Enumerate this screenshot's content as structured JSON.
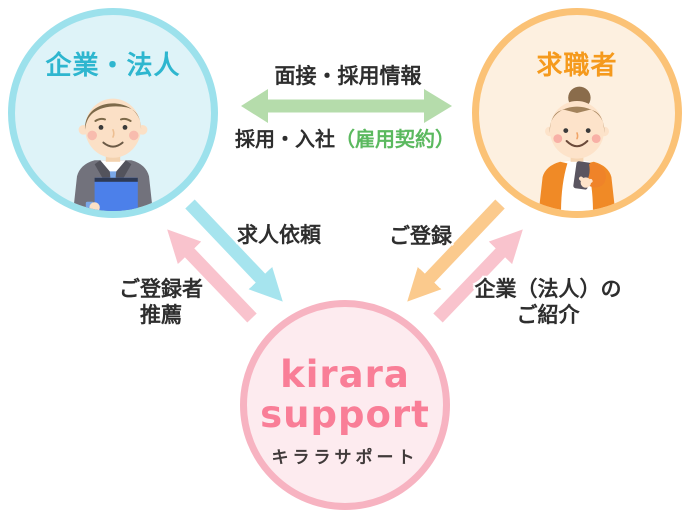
{
  "nodes": {
    "company": {
      "label": "企業・法人"
    },
    "job_seeker": {
      "label": "求職者"
    },
    "kirara_support": {
      "name_line1": "kirara",
      "name_line2": "support",
      "name_jp": "キララサポート"
    }
  },
  "relations": {
    "company_jobseeker": {
      "top_label": "面接・採用情報",
      "bottom_label": "採用・入社",
      "bottom_label_paren": "（雇用契約）"
    },
    "company_kirara": {
      "to_kirara_label": "求人依頼",
      "to_company_line1": "ご登録者",
      "to_company_line2": "推薦"
    },
    "jobseeker_kirara": {
      "to_kirara_label": "ご登録",
      "to_jobseeker_line1": "企業（法人）の",
      "to_jobseeker_line2": "ご紹介"
    }
  },
  "icons": {
    "company_person": "businessman-with-folder-icon",
    "job_seeker_person": "woman-with-phone-icon"
  },
  "colors": {
    "company_fill": "#def3f8",
    "company_border": "#9ce1ec",
    "company_text": "#2eb6cf",
    "jobseeker_fill": "#fdf0e0",
    "jobseeker_border": "#fbc276",
    "jobseeker_text": "#f59a1d",
    "kirara_fill": "#fdebef",
    "kirara_border": "#f7b3c1",
    "kirara_text_en": "#f97e97",
    "kirara_text_jp": "#403a3a",
    "arrow_green": "#b5dcab",
    "arrow_blue": "#a6e4ee",
    "arrow_pink": "#f9c3cd",
    "arrow_orange": "#fbca8d",
    "text_green": "#5bb95f",
    "label_text": "#2e2e2e"
  }
}
